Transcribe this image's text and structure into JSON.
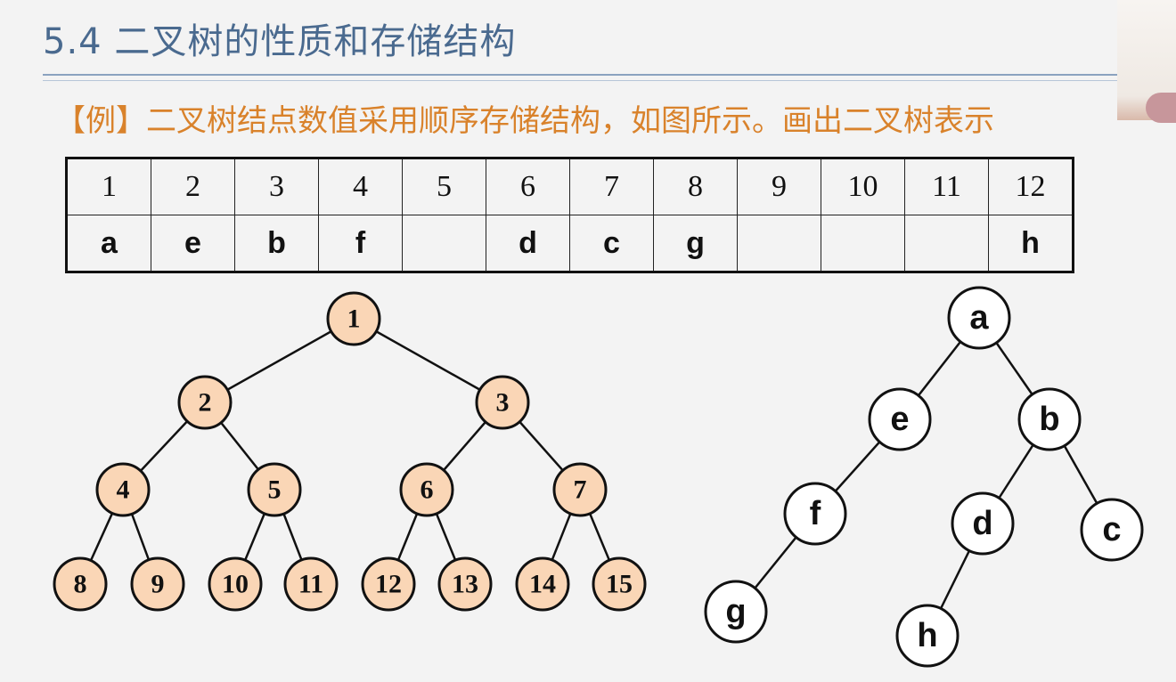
{
  "header": {
    "title": "5.4  二叉树的性质和存储结构"
  },
  "example": {
    "text": "【例】二叉树结点数值采用顺序存储结构，如图所示。画出二叉树表示"
  },
  "sequence_table": {
    "indices": [
      "1",
      "2",
      "3",
      "4",
      "5",
      "6",
      "7",
      "8",
      "9",
      "10",
      "11",
      "12"
    ],
    "values": [
      "a",
      "e",
      "b",
      "f",
      "",
      "d",
      "c",
      "g",
      "",
      "",
      "",
      "h"
    ]
  },
  "complete_tree": {
    "node_labels": [
      "1",
      "2",
      "3",
      "4",
      "5",
      "6",
      "7",
      "8",
      "9",
      "10",
      "11",
      "12",
      "13",
      "14",
      "15"
    ],
    "fill_color": "#fad6b6"
  },
  "result_tree": {
    "node_labels": {
      "a": "a",
      "e": "e",
      "b": "b",
      "f": "f",
      "d": "d",
      "c": "c",
      "g": "g",
      "h": "h"
    },
    "fill_color": "#ffffff"
  },
  "colors": {
    "title": "#4a6a8f",
    "example": "#d9822b"
  }
}
